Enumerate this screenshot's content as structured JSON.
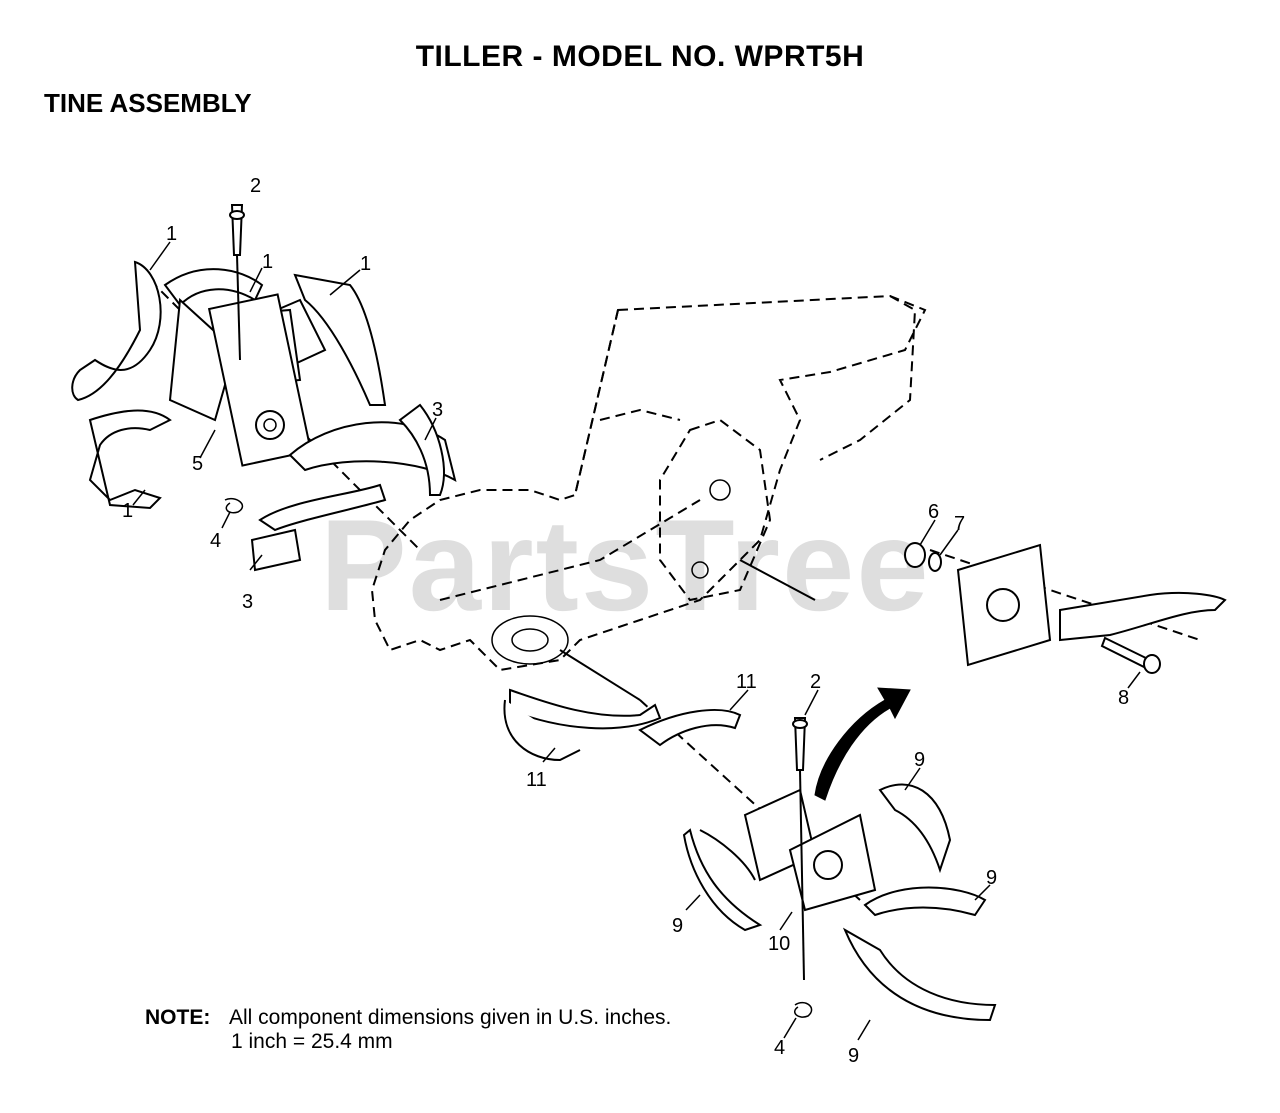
{
  "diagram": {
    "title": "TILLER - MODEL NO. WPRT5H",
    "subtitle": "TINE ASSEMBLY",
    "watermark": "PartsTree",
    "note": {
      "label": "NOTE:",
      "line1": "All component dimensions given in U.S. inches.",
      "line2": "1 inch = 25.4 mm"
    },
    "callouts": [
      "1",
      "1",
      "1",
      "1",
      "2",
      "3",
      "3",
      "4",
      "5",
      "6",
      "7",
      "8",
      "11",
      "11",
      "2",
      "9",
      "9",
      "9",
      "9",
      "10",
      "4"
    ]
  }
}
